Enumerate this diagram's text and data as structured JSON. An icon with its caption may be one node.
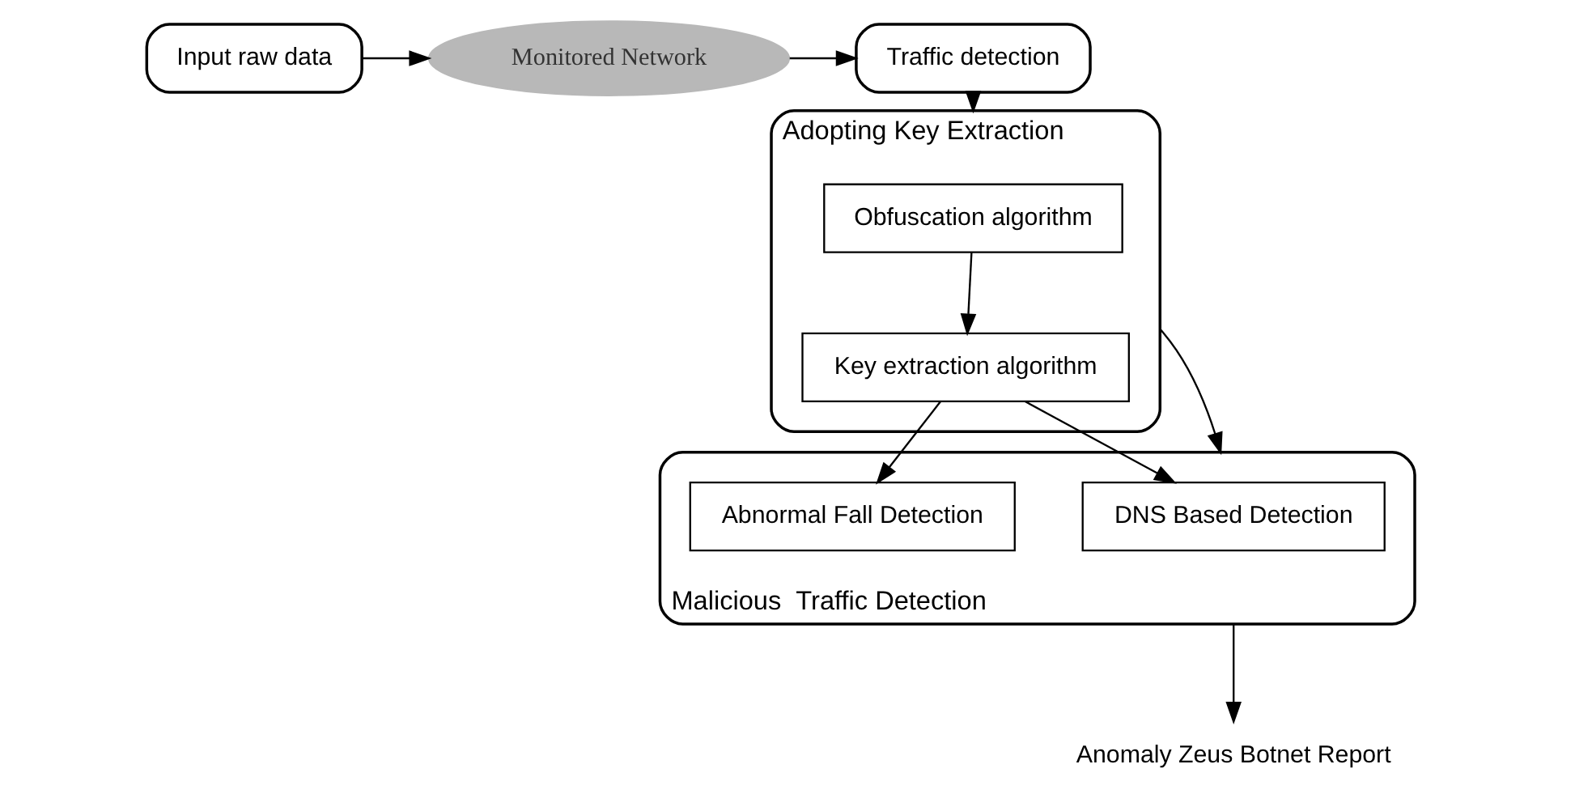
{
  "diagram": {
    "nodes": [
      {
        "text": [
          "Input raw data"
        ]
      },
      {
        "text": [
          "Monitored Network"
        ]
      },
      {
        "text": [
          "Traffic detection"
        ]
      },
      {
        "text": [
          "Adopting Key Extraction"
        ]
      },
      {
        "text": [
          "Obfuscation algorithm"
        ],
        "in": 3
      },
      {
        "text": [
          "Key extraction algorithm"
        ],
        "in": 3
      },
      {
        "text": [
          "Malicious  Traffic Detection"
        ]
      },
      {
        "text": [
          "DNS Based Detection"
        ],
        "in": 6
      },
      {
        "text": [
          "Abnormal Fall Detection"
        ],
        "in": 6
      },
      {
        "text": [
          "Anomaly Zeus Botnet Report"
        ]
      }
    ],
    "edges": [
      {
        "from": 0,
        "to": 1,
        "arrow": "to"
      },
      {
        "from": 1,
        "to": 2,
        "arrow": "to"
      },
      {
        "from": 2,
        "to": 3,
        "arrow": "to"
      },
      {
        "from": 4,
        "to": 5,
        "arrow": "to"
      },
      {
        "from": 3,
        "to": 6,
        "arrow": "to"
      },
      {
        "from": 5,
        "to": 7,
        "arrow": "to"
      },
      {
        "from": 5,
        "to": 8,
        "arrow": "to"
      },
      {
        "from": 6,
        "to": 9,
        "arrow": "to"
      }
    ]
  }
}
